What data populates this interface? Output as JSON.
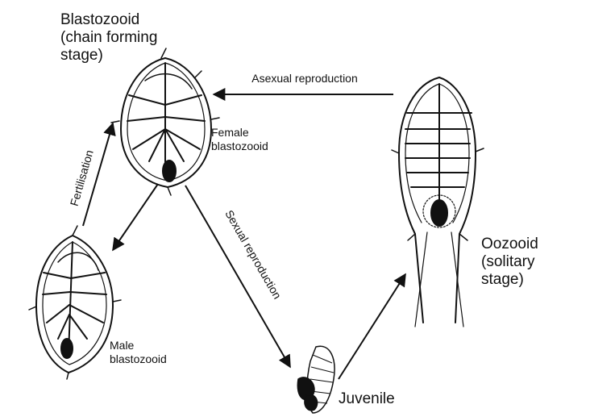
{
  "labels": {
    "blastozooid": "Blastozooid\n(chain forming\nstage)",
    "female": "Female\nblastozooid",
    "male": "Male\nblastozooid",
    "juvenile": "Juvenile",
    "oozooid": "Oozooid\n(solitary\nstage)"
  },
  "arrows": {
    "asexual": "Asexual reproduction",
    "fertilisation": "Fertilisation",
    "sexual": "Sexual reproduction"
  },
  "colors": {
    "ink": "#111111",
    "background": "#ffffff"
  }
}
